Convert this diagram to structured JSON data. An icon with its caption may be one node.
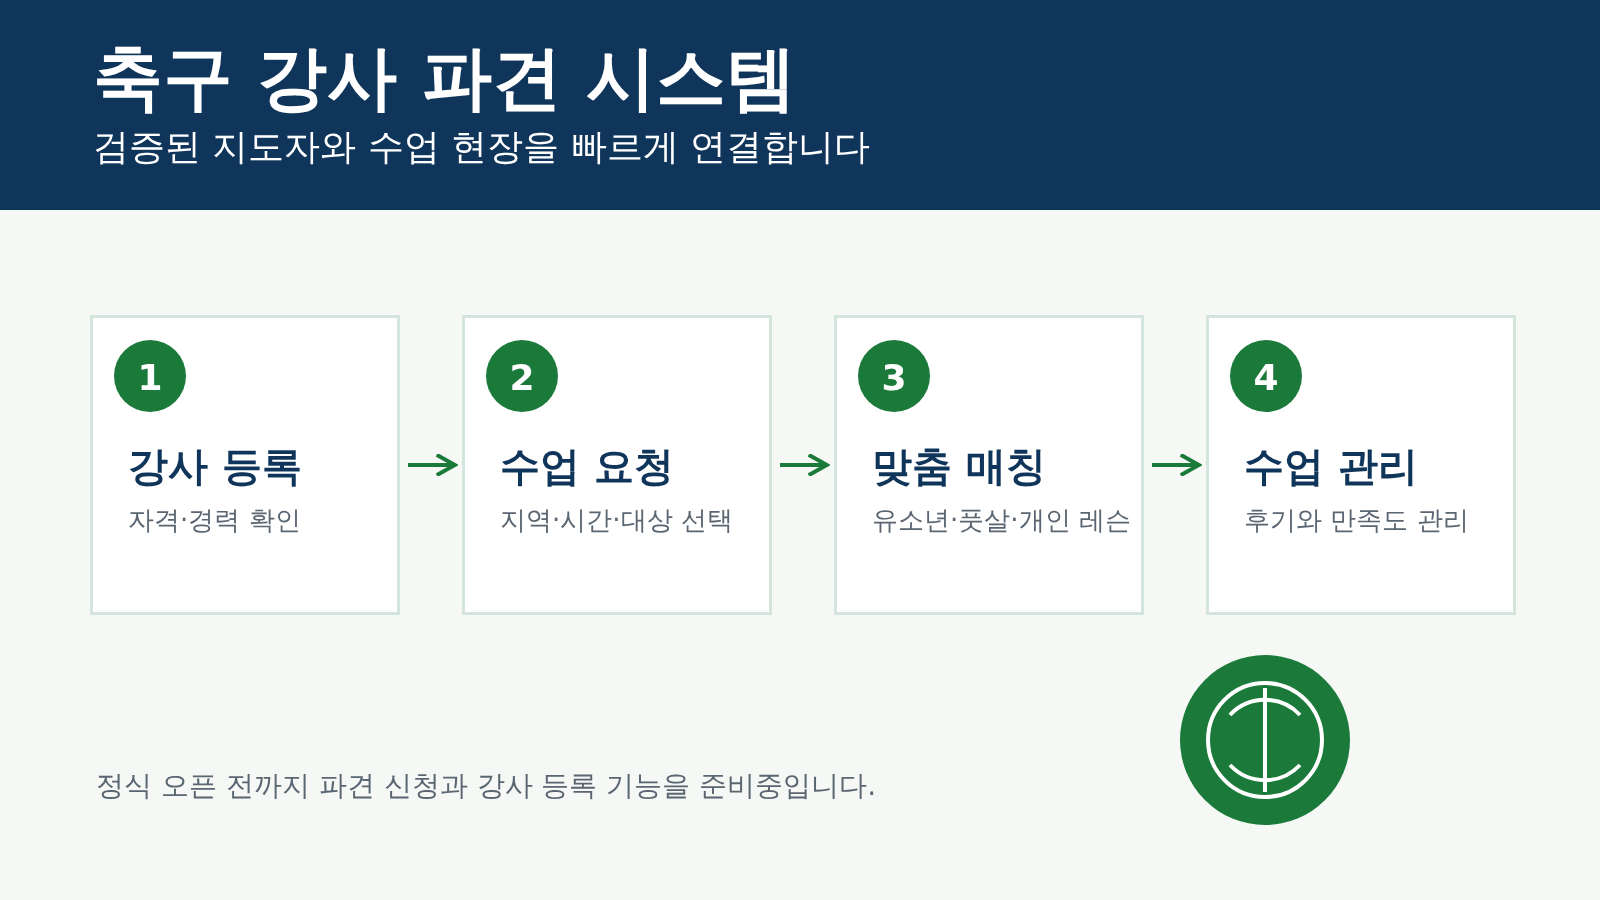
{
  "diagram": {
    "title": "축구 강사 파견 시스템",
    "nodes": [
      {
        "text": [
          "강사 등록",
          "자격·경력 확인"
        ]
      },
      {
        "text": [
          "1"
        ],
        "in": 0
      },
      {
        "text": [
          "수업 요청",
          "지역·시간·대상 선택"
        ]
      },
      {
        "text": [
          "2"
        ],
        "in": 2
      },
      {
        "text": [
          "맞춤 매칭",
          "유소년·풋살·개인 레슨"
        ]
      },
      {
        "text": [
          "3"
        ],
        "in": 4
      },
      {
        "text": [
          "수업 관리",
          "후기와 만족도 관리"
        ]
      },
      {
        "text": [
          "4"
        ],
        "in": 6
      }
    ],
    "edges": [
      {
        "from": 0,
        "to": 2,
        "arrow": "to"
      },
      {
        "from": 2,
        "to": 4,
        "arrow": "to"
      },
      {
        "from": 4,
        "to": 6,
        "arrow": "to"
      }
    ],
    "labels": [
      "검증된 지도자와 수업 현장을 빠르게 연결합니다",
      "정식 오픈 전까지 파견 신청과 강사 등록 기능을 준비중입니다."
    ]
  }
}
